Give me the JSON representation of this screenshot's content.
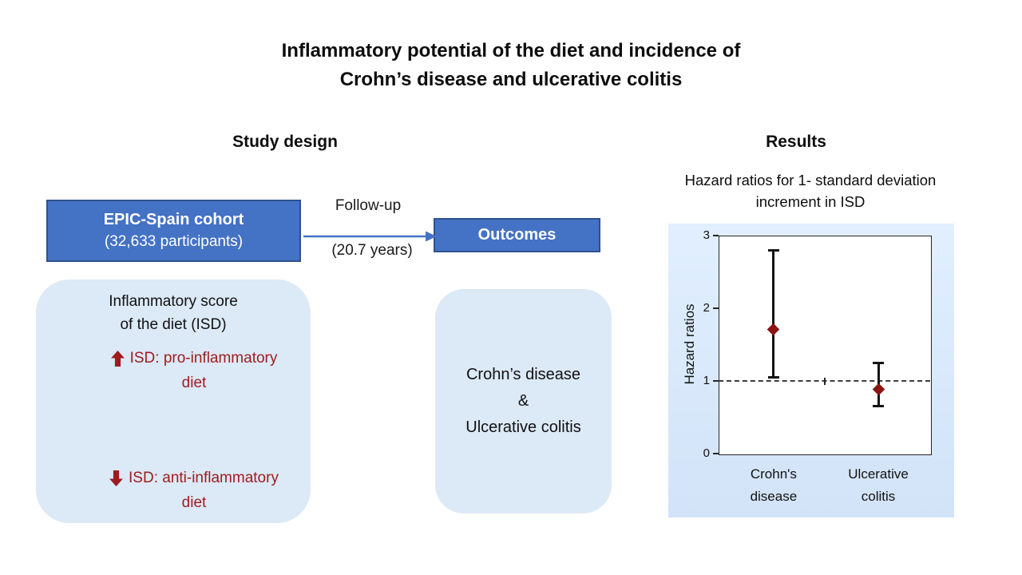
{
  "title": {
    "line1": "Inflammatory potential of the diet and incidence of",
    "line2": "Crohn’s disease and ulcerative colitis"
  },
  "sections": {
    "study_design": "Study design",
    "results": "Results"
  },
  "cohort_box": {
    "name": "EPIC-Spain cohort",
    "participants": "(32,633 participants)"
  },
  "follow_up": {
    "label": "Follow-up",
    "duration": "(20.7 years)"
  },
  "outcomes_box": {
    "label": "Outcomes"
  },
  "isd_box": {
    "title_line1": "Inflammatory score",
    "title_line2": "of the diet (ISD)",
    "high_icon": "up-arrow",
    "high_label": "ISD: pro-inflammatory",
    "high_label_line2": "diet",
    "low_icon": "down-arrow",
    "low_label": "ISD: anti-inflammatory",
    "low_label_line2": "diet"
  },
  "disease_box": {
    "line1": "Crohn’s disease",
    "line2": "&",
    "line3": "Ulcerative colitis"
  },
  "chart_data": {
    "type": "scatter",
    "title": "Hazard ratios for 1- standard deviation increment in ISD",
    "title_line1": "Hazard ratios for 1- standard deviation",
    "title_line2": "increment in ISD",
    "ylabel": "Hazard ratios",
    "ylim": [
      0,
      3
    ],
    "yticks": [
      0,
      1,
      2,
      3
    ],
    "reference_line": 1,
    "categories": [
      "Crohn's disease",
      "Ulcerative colitis"
    ],
    "category_label_lines": [
      [
        "Crohn's",
        "disease"
      ],
      [
        "Ulcerative",
        "colitis"
      ]
    ],
    "series": [
      {
        "name": "Hazard ratio",
        "values": [
          1.71,
          0.89
        ],
        "ci_low": [
          1.05,
          0.65
        ],
        "ci_high": [
          2.8,
          1.25
        ]
      }
    ],
    "marker": "diamond",
    "marker_color": "#8B1414",
    "grid": false,
    "legend": false
  },
  "colors": {
    "accent_blue": "#4472C4",
    "accent_blue_border": "#2F528F",
    "light_blue_fill": "#DCE9F6",
    "dark_red_text": "#9E1B1E",
    "dark_red_arrow": "#4A0E0E",
    "marker_dark_red": "#8B1414",
    "chart_panel_top": "#E1EFFE",
    "chart_panel_bottom": "#D2E3F8"
  }
}
